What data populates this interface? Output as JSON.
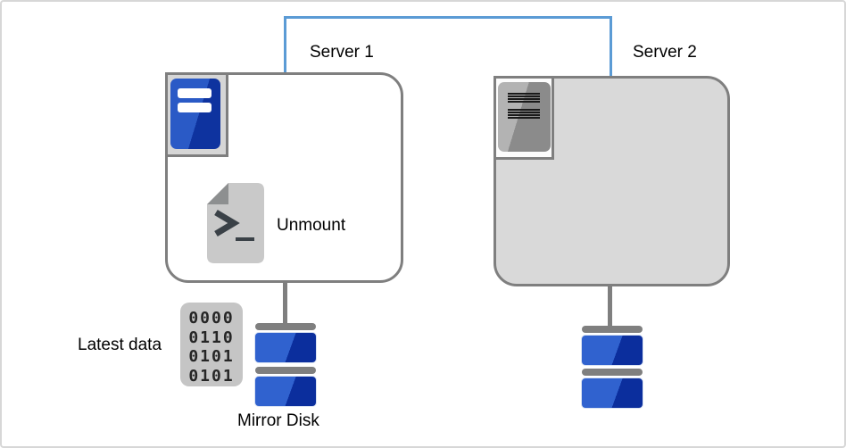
{
  "diagram": {
    "servers": [
      {
        "label": "Server 1"
      },
      {
        "label": "Server 2"
      }
    ],
    "annotations": {
      "unmount": "Unmount",
      "latest_data": "Latest data",
      "mirror_disk": "Mirror Disk"
    },
    "binary_block": {
      "rows": [
        "0000",
        "0110",
        "0101",
        "0101"
      ]
    },
    "icons": {
      "server1_corner": "blue-server-tower-icon",
      "server2_corner": "gray-server-tower-icon",
      "unmount": "shell-script-file-icon",
      "latest_data": "binary-data-icon",
      "disks": "mirror-disk-stack-icon"
    },
    "colors": {
      "link_blue": "#5b9bd5",
      "outline_gray": "#7f7f7f",
      "standby_fill": "#d9d9d9",
      "disk_blue_light": "#3062cf",
      "disk_blue_dark": "#0b2e9d",
      "server_icon_blue_light": "#2a5ac6",
      "server_icon_blue_dark": "#0e339f"
    }
  }
}
